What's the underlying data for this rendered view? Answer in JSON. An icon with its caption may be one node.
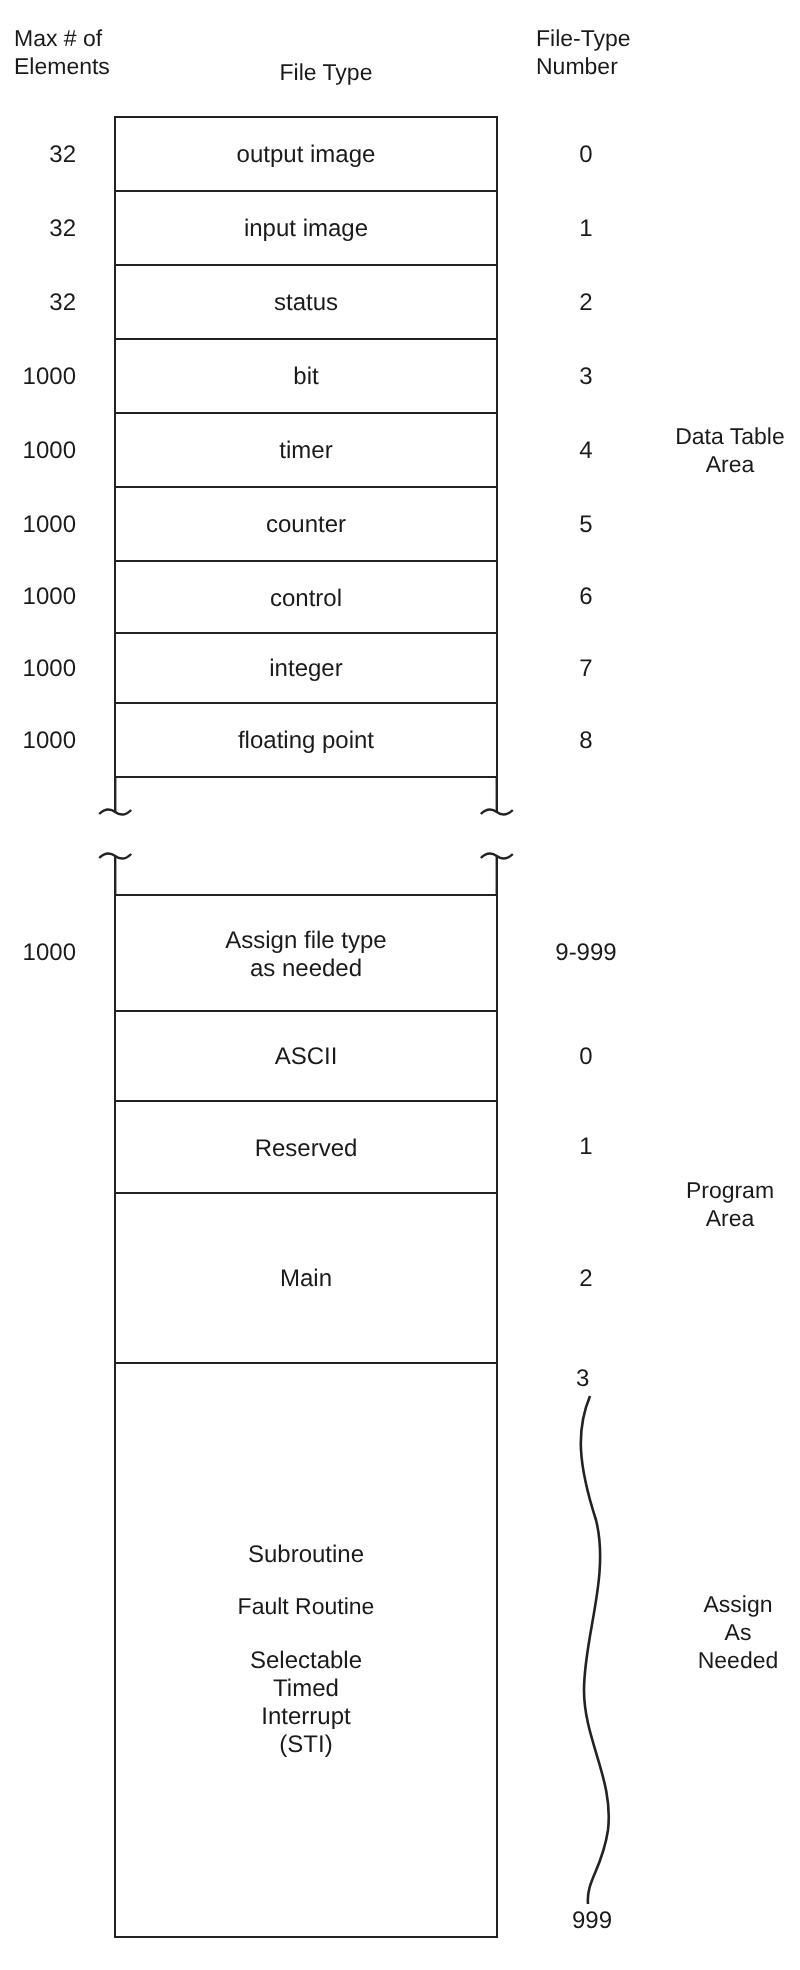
{
  "diagram": {
    "nodes": [
      {
        "text": [
          "output image"
        ],
        "beside": [
          "32",
          "0"
        ]
      },
      {
        "text": [
          "input image"
        ],
        "beside": [
          "32",
          "1"
        ]
      },
      {
        "text": [
          "status"
        ],
        "beside": [
          "32",
          "2"
        ]
      },
      {
        "text": [
          "bit"
        ],
        "beside": [
          "1000",
          "3"
        ]
      },
      {
        "text": [
          "timer"
        ],
        "beside": [
          "1000",
          "4"
        ]
      },
      {
        "text": [
          "counter"
        ],
        "beside": [
          "1000",
          "5"
        ]
      },
      {
        "text": [
          "control"
        ],
        "beside": [
          "1000",
          "6"
        ]
      },
      {
        "text": [
          "integer"
        ],
        "beside": [
          "1000",
          "7"
        ]
      },
      {
        "text": [
          "floating point"
        ],
        "beside": [
          "1000",
          "8"
        ]
      },
      {
        "text": [
          "Assign file type as needed"
        ],
        "beside": [
          "1000",
          "9-999"
        ]
      },
      {
        "text": [
          "ASCII"
        ],
        "beside": [
          "0"
        ]
      },
      {
        "text": [
          "Reserved"
        ],
        "beside": [
          "1"
        ]
      },
      {
        "text": [
          "Main"
        ],
        "beside": [
          "2"
        ]
      },
      {
        "text": [
          "Subroutine",
          "Fault Routine",
          "Selectable Timed Interrupt (STI)"
        ],
        "beside": [
          "3",
          "999"
        ]
      }
    ],
    "labels": [
      "Max # of Elements",
      "File Type",
      "File-Type Number",
      "Data Table Area",
      "Program Area",
      "Assign As Needed"
    ]
  }
}
